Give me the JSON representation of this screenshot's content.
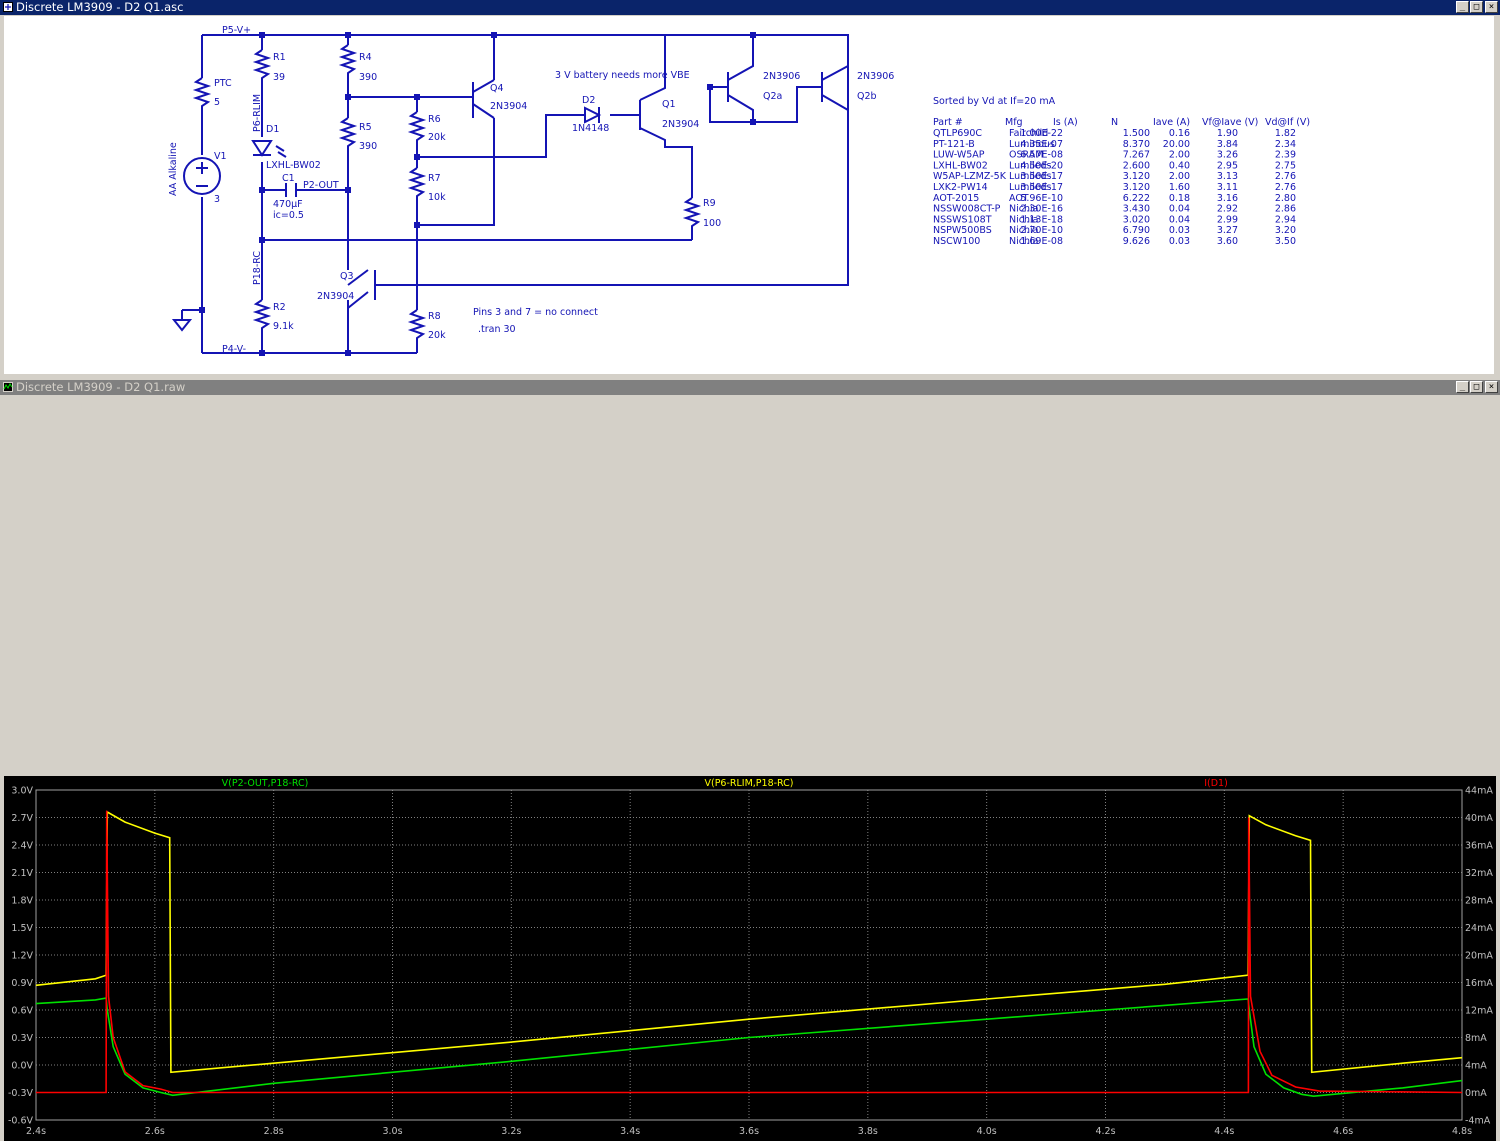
{
  "schematic_window": {
    "title": "Discrete LM3909 - D2 Q1.asc"
  },
  "waveform_window": {
    "title": "Discrete LM3909 - D2 Q1.raw"
  },
  "window_buttons": {
    "minimize": "_",
    "restore": "□",
    "close": "×"
  },
  "colors": {
    "wire": "#1414b4",
    "text": "#1414b4",
    "trace_green": "#00e000",
    "trace_yellow": "#ffff00",
    "trace_red": "#ff0000"
  },
  "schematic": {
    "nets": {
      "p5": "P5-V+",
      "p4": "P4-V-",
      "p6": "P6-RLIM",
      "p18": "P18-RC",
      "p2": "P2-OUT"
    },
    "components": {
      "ptc": {
        "name": "PTC",
        "value": "5"
      },
      "v1": {
        "name": "V1",
        "value": "3",
        "label": "AA Alkaline"
      },
      "r1": {
        "name": "R1",
        "value": "39"
      },
      "d1": {
        "name": "D1",
        "value": "LXHL-BW02"
      },
      "c1": {
        "name": "C1",
        "value": "470µF",
        "ic": "ic=0.5"
      },
      "r2": {
        "name": "R2",
        "value": "9.1k"
      },
      "r4": {
        "name": "R4",
        "value": "390"
      },
      "r5": {
        "name": "R5",
        "value": "390"
      },
      "r6": {
        "name": "R6",
        "value": "20k"
      },
      "r7": {
        "name": "R7",
        "value": "10k"
      },
      "r8": {
        "name": "R8",
        "value": "20k"
      },
      "r9": {
        "name": "R9",
        "value": "100"
      },
      "q3": {
        "name": "Q3",
        "value": "2N3904"
      },
      "q4": {
        "name": "Q4",
        "value": "2N3904"
      },
      "d2": {
        "name": "D2",
        "value": "1N4148"
      },
      "q1": {
        "name": "Q1",
        "value": "2N3904"
      },
      "q2a": {
        "name": "Q2a",
        "value": "2N3906"
      },
      "q2b": {
        "name": "Q2b",
        "value": "2N3906"
      }
    },
    "notes": {
      "battery": "3 V battery needs more VBE",
      "pins": "Pins 3 and 7 = no connect",
      "tran": ".tran 30"
    },
    "table": {
      "title": "Sorted by Vd at If=20 mA",
      "headers": [
        "Part #",
        "Mfg",
        "Is (A)",
        "N",
        "Iave (A)",
        "Vf@Iave (V)",
        "Vd@If (V)"
      ],
      "rows": [
        [
          "QTLP690C",
          "Fairchild",
          "1.00E-22",
          "1.500",
          "0.16",
          "1.90",
          "1.82"
        ],
        [
          "PT-121-B",
          "Luminous",
          "4.35E-07",
          "8.370",
          "20.00",
          "3.84",
          "2.34"
        ],
        [
          "LUW-W5AP",
          "OSRAM",
          "6.57E-08",
          "7.267",
          "2.00",
          "3.26",
          "2.39"
        ],
        [
          "LXHL-BW02",
          "Lumileds",
          "4.50E-20",
          "2.600",
          "0.40",
          "2.95",
          "2.75"
        ],
        [
          "W5AP-LZMZ-5K",
          "Lumileds",
          "3.50E-17",
          "3.120",
          "2.00",
          "3.13",
          "2.76"
        ],
        [
          "LXK2-PW14",
          "Lumileds",
          "3.50E-17",
          "3.120",
          "1.60",
          "3.11",
          "2.76"
        ],
        [
          "AOT-2015",
          "AOT",
          "5.96E-10",
          "6.222",
          "0.18",
          "3.16",
          "2.80"
        ],
        [
          "NSSW008CT-P",
          "Nichia",
          "2.30E-16",
          "3.430",
          "0.04",
          "2.92",
          "2.86"
        ],
        [
          "NSSWS108T",
          "Nichia",
          "1.13E-18",
          "3.020",
          "0.04",
          "2.99",
          "2.94"
        ],
        [
          "NSPW500BS",
          "Nichia",
          "2.70E-10",
          "6.790",
          "0.03",
          "3.27",
          "3.20"
        ],
        [
          "NSCW100",
          "Nichia",
          "1.69E-08",
          "9.626",
          "0.03",
          "3.60",
          "3.50"
        ]
      ]
    }
  },
  "chart_data": {
    "type": "line",
    "series": [
      {
        "name": "V(P2-OUT,P18-RC)",
        "color": "#00e000",
        "axis": "left",
        "x": [
          2.4,
          2.5,
          2.518,
          2.52,
          2.53,
          2.55,
          2.58,
          2.61,
          2.63,
          2.8,
          3.2,
          3.6,
          4.0,
          4.2,
          4.44,
          4.442,
          4.45,
          4.47,
          4.5,
          4.53,
          4.55,
          4.7,
          4.8
        ],
        "y": [
          0.67,
          0.71,
          0.73,
          0.6,
          0.2,
          -0.1,
          -0.25,
          -0.3,
          -0.33,
          -0.2,
          0.04,
          0.3,
          0.5,
          0.6,
          0.72,
          0.6,
          0.2,
          -0.1,
          -0.25,
          -0.32,
          -0.34,
          -0.25,
          -0.17
        ]
      },
      {
        "name": "V(P6-RLIM,P18-RC)",
        "color": "#ffff00",
        "axis": "left",
        "x": [
          2.4,
          2.5,
          2.518,
          2.52,
          2.55,
          2.6,
          2.625,
          2.627,
          2.8,
          3.2,
          3.6,
          4.0,
          4.3,
          4.44,
          4.442,
          4.47,
          4.52,
          4.545,
          4.547,
          4.7,
          4.8
        ],
        "y": [
          0.87,
          0.94,
          0.98,
          2.76,
          2.65,
          2.53,
          2.48,
          -0.08,
          0.02,
          0.25,
          0.5,
          0.72,
          0.88,
          0.98,
          2.72,
          2.62,
          2.5,
          2.45,
          -0.08,
          0.02,
          0.08
        ]
      },
      {
        "name": "I(D1)",
        "color": "#ff0000",
        "axis": "right",
        "x": [
          2.4,
          2.518,
          2.519,
          2.522,
          2.53,
          2.55,
          2.58,
          2.61,
          2.63,
          2.8,
          3.2,
          3.6,
          4.0,
          4.4405,
          4.441,
          4.444,
          4.46,
          4.48,
          4.52,
          4.56,
          4.8
        ],
        "y": [
          0.0,
          0.0,
          41.0,
          14.0,
          8.0,
          3.0,
          1.0,
          0.5,
          0.0,
          0.0,
          0.0,
          0.0,
          0.0,
          0.0,
          40.0,
          14.0,
          6.0,
          2.5,
          0.8,
          0.2,
          0.0
        ]
      }
    ],
    "xlabel": "",
    "ylabel": "",
    "xlim": [
      2.4,
      4.8
    ],
    "ylim_left": [
      -0.6,
      3.0
    ],
    "ylim_right": [
      -4,
      44
    ],
    "x_ticks": [
      "2.4s",
      "2.6s",
      "2.8s",
      "3.0s",
      "3.2s",
      "3.4s",
      "3.6s",
      "3.8s",
      "4.0s",
      "4.2s",
      "4.4s",
      "4.6s",
      "4.8s"
    ],
    "y_ticks_left": [
      "3.0V",
      "2.7V",
      "2.4V",
      "2.1V",
      "1.8V",
      "1.5V",
      "1.2V",
      "0.9V",
      "0.6V",
      "0.3V",
      "0.0V",
      "-0.3V",
      "-0.6V"
    ],
    "y_ticks_right": [
      "44mA",
      "40mA",
      "36mA",
      "32mA",
      "28mA",
      "24mA",
      "20mA",
      "16mA",
      "12mA",
      "8mA",
      "4mA",
      "0mA",
      "-4mA"
    ],
    "grid": true,
    "legend": "top"
  }
}
